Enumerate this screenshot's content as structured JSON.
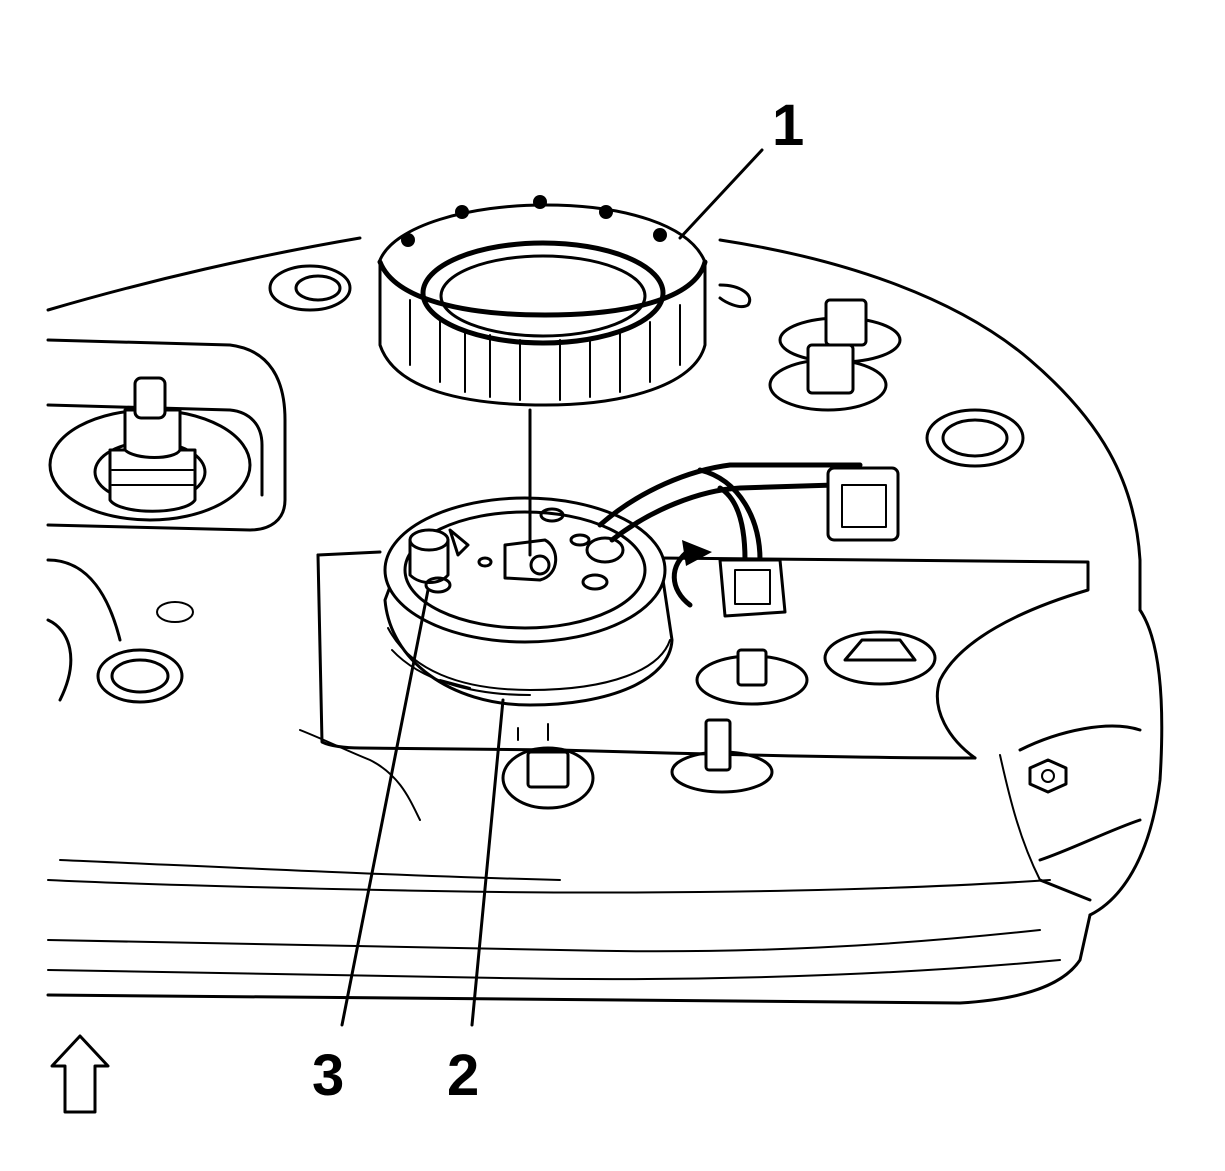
{
  "callouts": [
    {
      "id": "1",
      "label": "1"
    },
    {
      "id": "2",
      "label": "2"
    },
    {
      "id": "3",
      "label": "3"
    }
  ],
  "icons": {
    "view_direction": "up-arrow-icon",
    "rotation": "rotation-arrow-icon"
  },
  "colors": {
    "line": "#000000",
    "background": "#ffffff"
  }
}
